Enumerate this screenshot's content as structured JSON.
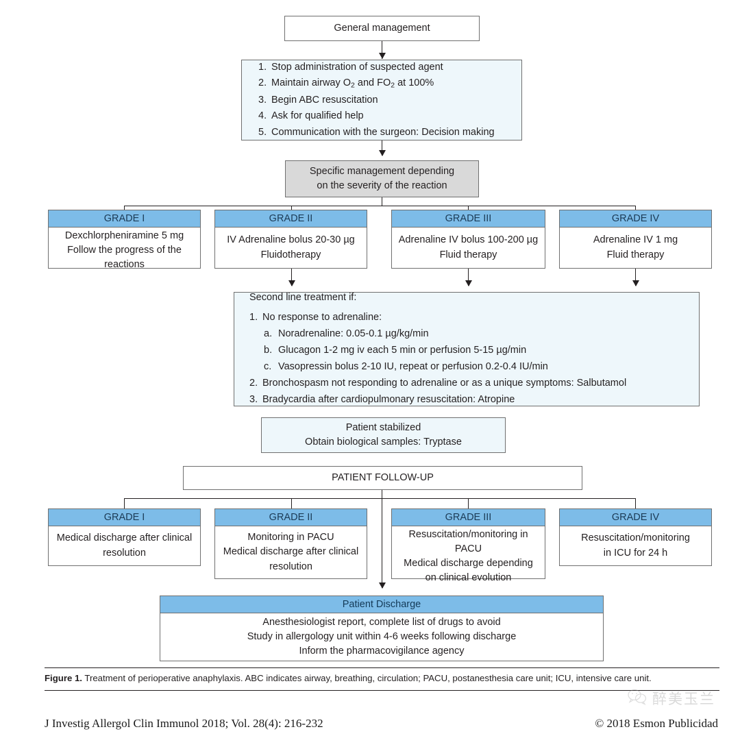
{
  "figure": {
    "general_management": "General management",
    "initial_steps": [
      {
        "num": "1.",
        "text": "Stop administration of suspected agent"
      },
      {
        "num": "2.",
        "text": "Maintain airway O₂ and FO₂ at 100%"
      },
      {
        "num": "3.",
        "text": "Begin ABC resuscitation"
      },
      {
        "num": "4.",
        "text": "Ask for qualified help"
      },
      {
        "num": "5.",
        "text": "Communication with the surgeon: Decision making"
      }
    ],
    "specific_management": {
      "line1": "Specific management depending",
      "line2": "on the severity of the reaction"
    },
    "treatment_grades": [
      {
        "header": "GRADE I",
        "lines": [
          "Dexchlorpheniramine 5 mg",
          "Follow the progress of the reactions"
        ]
      },
      {
        "header": "GRADE II",
        "lines": [
          "IV Adrenaline bolus 20-30 µg",
          "Fluidotherapy"
        ]
      },
      {
        "header": "GRADE III",
        "lines": [
          "Adrenaline IV bolus 100-200 µg",
          "Fluid therapy"
        ]
      },
      {
        "header": "GRADE IV",
        "lines": [
          "Adrenaline IV 1 mg",
          "Fluid therapy"
        ]
      }
    ],
    "second_line": {
      "title": "Second line treatment if:",
      "items": [
        {
          "num": "1.",
          "text": "No response to adrenaline:",
          "sub": [
            {
              "num": "a.",
              "text": "Noradrenaline:  0.05-0.1 µg/kg/min"
            },
            {
              "num": "b.",
              "text": "Glucagon 1-2 mg iv each 5 min or perfusion 5-15 µg/min"
            },
            {
              "num": "c.",
              "text": "Vasopressin bolus 2-10 IU, repeat or perfusion 0.2-0.4 IU/min"
            }
          ]
        },
        {
          "num": "2.",
          "text": "Bronchospasm not responding to adrenaline or as a unique symptoms: Salbutamol",
          "sub": []
        },
        {
          "num": "3.",
          "text": "Bradycardia after cardiopulmonary resuscitation: Atropine",
          "sub": []
        }
      ]
    },
    "patient_stabilized": {
      "line1": "Patient stabilized",
      "line2": "Obtain biological samples: Tryptase"
    },
    "patient_follow_up": "PATIENT FOLLOW-UP",
    "followup_grades": [
      {
        "header": "GRADE I",
        "lines": [
          "Medical discharge after clinical",
          "resolution"
        ]
      },
      {
        "header": "GRADE II",
        "lines": [
          "Monitoring in PACU",
          "Medical discharge after clinical",
          "resolution"
        ]
      },
      {
        "header": "GRADE III",
        "lines": [
          "Resuscitation/monitoring in PACU",
          "Medical discharge depending",
          "on clinical evolution"
        ]
      },
      {
        "header": "GRADE IV",
        "lines": [
          "Resuscitation/monitoring",
          "in ICU for 24 h"
        ]
      }
    ],
    "patient_discharge": {
      "header": "Patient Discharge",
      "lines": [
        "Anesthesiologist report, complete list of drugs to avoid",
        "Study in allergology unit within 4-6 weeks following discharge",
        "Inform the pharmacovigilance agency"
      ]
    }
  },
  "caption": {
    "label": "Figure 1.",
    "text": " Treatment of perioperative anaphylaxis. ABC indicates airway, breathing, circulation; PACU, postanesthesia care unit; ICU, intensive care unit."
  },
  "footer": {
    "citation": "J Investig Allergol Clin Immunol 2018; Vol. 28(4): 216-232",
    "copyright": "© 2018 Esmon Publicidad"
  },
  "watermark": {
    "text": "醉美玉兰"
  },
  "colors": {
    "header_blue": "#7dbce8",
    "tint_blue": "#eef7fb",
    "grey_fill": "#d9d9d9",
    "stroke": "#6f6f6f",
    "ink": "#231f20"
  }
}
